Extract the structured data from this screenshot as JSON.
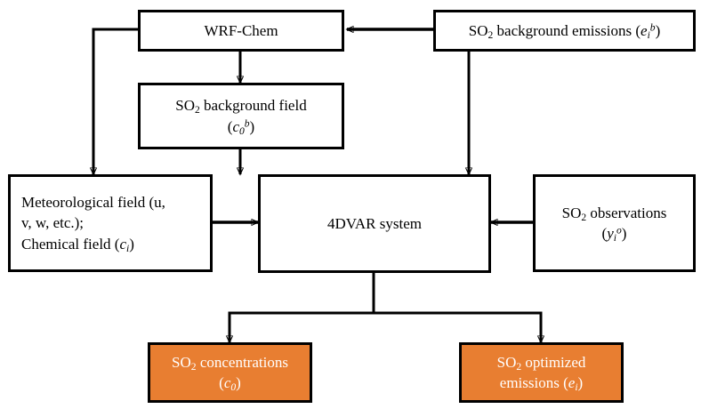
{
  "diagram": {
    "title": "SO2 4DVAR emission inversion flowchart",
    "colors": {
      "box_border": "#000000",
      "box_fill": "#FFFFFF",
      "output_fill": "#E87E31",
      "output_text": "#FFFFFF",
      "connector": "#000000",
      "background": "#FFFFFF"
    },
    "nodes": {
      "wrf_chem": {
        "label": "WRF-Chem"
      },
      "background_emissions": {
        "label_prefix": "SO",
        "label_sub": "2",
        "label_main": " background emissions (",
        "var": "e",
        "var_sub": "i",
        "var_sup": "b",
        "label_suffix": ")",
        "plain": "SO2 background emissions (e_i^b)"
      },
      "background_field": {
        "line1_prefix": "SO",
        "line1_sub": "2",
        "line1_main": " background field",
        "line2_open": "(",
        "var": "c",
        "var_sub": "0",
        "var_sup": "b",
        "line2_close": ")",
        "plain": "SO2 background field (c_0^b)"
      },
      "met_chem_field": {
        "line1": "Meteorological field (u,",
        "line2": "v, w, etc.);",
        "line3_main": "Chemical field (",
        "var": "c",
        "var_sub": "i",
        "line3_close": ")",
        "plain": "Meteorological field (u, v, w, etc.); Chemical field (c_i)"
      },
      "fdvar_system": {
        "label": "4DVAR system"
      },
      "observations": {
        "line1_prefix": "SO",
        "line1_sub": "2",
        "line1_main": " observations",
        "line2_open": "(",
        "var": "y",
        "var_sub": "i",
        "var_sup": "o",
        "line2_close": ")",
        "plain": "SO2 observations (y_i^o)"
      },
      "so2_concentrations": {
        "line1_prefix": "SO",
        "line1_sub": "2",
        "line1_main": " concentrations",
        "line2_open": "(",
        "var": "c",
        "var_sub": "0",
        "line2_close": ")",
        "plain": "SO2 concentrations (c_0)"
      },
      "optimized_emissions": {
        "line1_prefix": "SO",
        "line1_sub": "2",
        "line1_main": " optimized",
        "line2_main": "emissions (",
        "var": "e",
        "var_sub": "i",
        "line2_close": ")",
        "plain": "SO2 optimized emissions (e_i)"
      }
    },
    "edges": [
      {
        "name": "emissions-to-wrfchem",
        "from": "background_emissions",
        "to": "wrf_chem",
        "direction": "left"
      },
      {
        "name": "wrfchem-to-background-field",
        "from": "wrf_chem",
        "to": "background_field",
        "direction": "down"
      },
      {
        "name": "wrfchem-to-met-field",
        "from": "wrf_chem",
        "to": "met_chem_field",
        "direction": "down-left-elbow"
      },
      {
        "name": "background-field-to-4dvar",
        "from": "background_field",
        "to": "fdvar_system",
        "direction": "down"
      },
      {
        "name": "emissions-to-4dvar",
        "from": "background_emissions",
        "to": "fdvar_system",
        "direction": "down"
      },
      {
        "name": "met-field-to-4dvar",
        "from": "met_chem_field",
        "to": "fdvar_system",
        "direction": "right"
      },
      {
        "name": "observations-to-4dvar",
        "from": "observations",
        "to": "fdvar_system",
        "direction": "left"
      },
      {
        "name": "4dvar-to-concentrations",
        "from": "fdvar_system",
        "to": "so2_concentrations",
        "direction": "down-split-left"
      },
      {
        "name": "4dvar-to-optimized-emissions",
        "from": "fdvar_system",
        "to": "optimized_emissions",
        "direction": "down-split-right"
      }
    ]
  }
}
